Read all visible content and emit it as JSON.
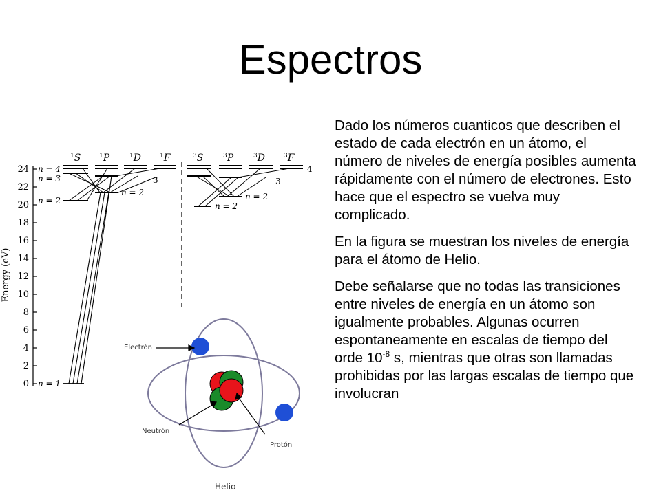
{
  "slide": {
    "title": "Espectros",
    "paragraph1": "Dado los números cuanticos que describen el estado de cada electrón en un átomo, el número de niveles de energía posibles aumenta rápidamente con el número de electrones. Esto hace que el espectro se vuelva muy complicado.",
    "paragraph2": "En la figura se muestran los niveles de energía para el átomo de Helio.",
    "paragraph3_before": "Debe señalarse que no todas las transiciones entre niveles de energía en un átomo son igualmente probables. Algunas ocurren espontaneamente en escalas de tiempo del orde 10",
    "paragraph3_exp": "-8",
    "paragraph3_after": " s, mientras que otras son llamadas prohibidas por las largas escalas de tiempo que involucran"
  },
  "energy_diagram": {
    "axis_label": "Energy (eV)",
    "ticks": [
      "0",
      "2",
      "4",
      "6",
      "8",
      "10",
      "12",
      "14",
      "16",
      "18",
      "20",
      "22",
      "24"
    ],
    "labels": {
      "n1": "n = 1",
      "n2": "n = 2",
      "n3": "n = 3",
      "n4": "n = 4",
      "n2_singlet": "n = 2",
      "n2_triplet_a": "n = 2",
      "n2_triplet_b": "n = 2",
      "three_singlet": "3",
      "three_triplet": "3",
      "four_triplet": "4"
    },
    "terms": {
      "1S": {
        "sup": "1",
        "letter": "S"
      },
      "1P": {
        "sup": "1",
        "letter": "P"
      },
      "1D": {
        "sup": "1",
        "letter": "D"
      },
      "1F": {
        "sup": "1",
        "letter": "F"
      },
      "3S": {
        "sup": "3",
        "letter": "S"
      },
      "3P": {
        "sup": "3",
        "letter": "P"
      },
      "3D": {
        "sup": "3",
        "letter": "D"
      },
      "3F": {
        "sup": "3",
        "letter": "F"
      }
    }
  },
  "atom_figure": {
    "electron_label": "Electrón",
    "neutron_label": "Neutrón",
    "proton_label": "Protón",
    "caption": "Helio",
    "colors": {
      "electron": "#1f4fd6",
      "proton": "#e8141b",
      "neutron": "#1a8a2a"
    }
  }
}
